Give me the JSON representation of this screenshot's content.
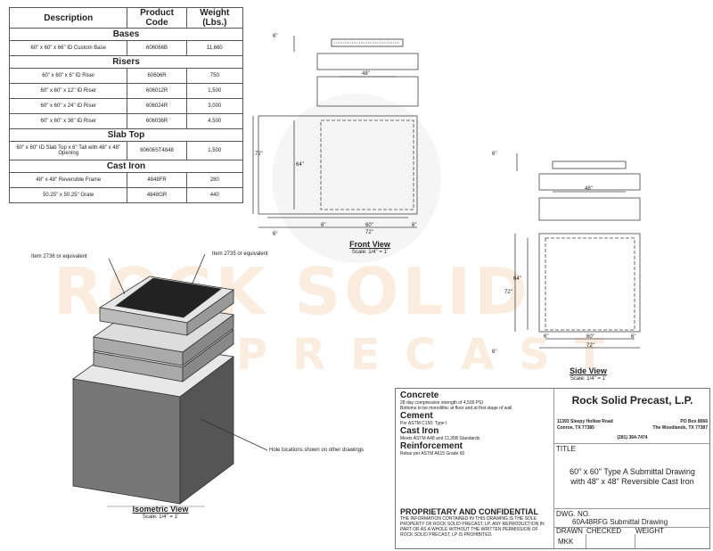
{
  "table": {
    "headers": [
      "Description",
      "Product Code",
      "Weight (Lbs.)"
    ],
    "sections": [
      {
        "name": "Bases",
        "rows": [
          [
            "60\" x 60\" x 66\" ID Custom Base",
            "606066B",
            "11,660"
          ]
        ]
      },
      {
        "name": "Risers",
        "rows": [
          [
            "60\" x 60\" x 6\" ID Riser",
            "60606R",
            "750"
          ],
          [
            "60\" x 60\" x 12\" ID Riser",
            "606012R",
            "1,500"
          ],
          [
            "60\" x 60\" x 24\" ID Riser",
            "606024R",
            "3,000"
          ],
          [
            "60\" x 60\" x 36\" ID Riser",
            "606036R",
            "4,500"
          ]
        ]
      },
      {
        "name": "Slab Top",
        "rows": [
          [
            "60\" x 60\" ID Slab Top x 6\" Tall with 48\" x 48\" Opening",
            "60606ST4848",
            "1,500"
          ]
        ]
      },
      {
        "name": "Cast Iron",
        "rows": [
          [
            "48\" x 48\" Reversible Frame",
            "4848FR",
            "280"
          ],
          [
            "50.25\" x 50.25\" Grate",
            "4848GR",
            "440"
          ]
        ]
      }
    ]
  },
  "watermark": {
    "line1": "ROCK SOLID",
    "line2": "PRECAST"
  },
  "front_view": {
    "title": "Front View",
    "scale": "Scale: 1/4\" = 1'",
    "dims": [
      "6\"",
      "48\"",
      "72\"",
      "64\"",
      "6\"",
      "60\"",
      "6\"",
      "72\"",
      "6\""
    ]
  },
  "side_view": {
    "title": "Side View",
    "scale": "Scale: 1/4\" = 1'",
    "dims": [
      "6\"",
      "48\"",
      "72\"",
      "64\"",
      "6\"",
      "60\"",
      "6\"",
      "72\"",
      "6\""
    ]
  },
  "iso_view": {
    "title": "Isometric View",
    "scale": "Scale: 1/4\" = 1'",
    "callouts": [
      "Item 2736 or equivalent",
      "Item 2735 or equivalent",
      "Hole locations shown on other drawings"
    ]
  },
  "notes": [
    {
      "h": "Concrete",
      "lines": [
        "28 day compressive strength of 4,500 PSI",
        "Bottoms to be monolithic at floor and at first stage of wall"
      ]
    },
    {
      "h": "Cement",
      "lines": [
        "Per ASTM C150: Type I"
      ]
    },
    {
      "h": "Cast Iron",
      "lines": [
        "Meets ASTM A48 and CL35B Standards"
      ]
    },
    {
      "h": "Reinforcement",
      "lines": [
        "Rebar per ASTM A615 Grade 60"
      ]
    }
  ],
  "proprietary": {
    "h": "PROPRIETARY AND CONFIDENTIAL",
    "text": "THE INFORMATION CONTAINED IN THIS DRAWING IS THE SOLE PROPERTY OF ROCK SOLID PRECAST, LP.  ANY REPRODUCTION IN PART OR AS A WHOLE WITHOUT THE WRITTEN PERMISSION OF ROCK SOLID PRECAST, LP IS PROHIBITED."
  },
  "company": {
    "name": "Rock Solid Precast, L.P.",
    "addr1": "11393 Sleepy Hollow Road",
    "addr2": "Conroe, TX 77385",
    "po1": "PO Box 8066",
    "po2": "The Woodlands, TX 77387",
    "phone": "(281) 364-7474"
  },
  "title_block": {
    "title_label": "TITLE",
    "title1": "60\" x 60\" Type A Submittal Drawing",
    "title2": "with 48\" x 48\" Reversible Cast Iron",
    "dwg_label": "DWG.  NO.",
    "dwg": "60A48RFG Submittal Drawing",
    "drawn_label": "DRAWN",
    "checked_label": "CHECKED",
    "weight_label": "WEIGHT",
    "drawn": "MKK"
  }
}
